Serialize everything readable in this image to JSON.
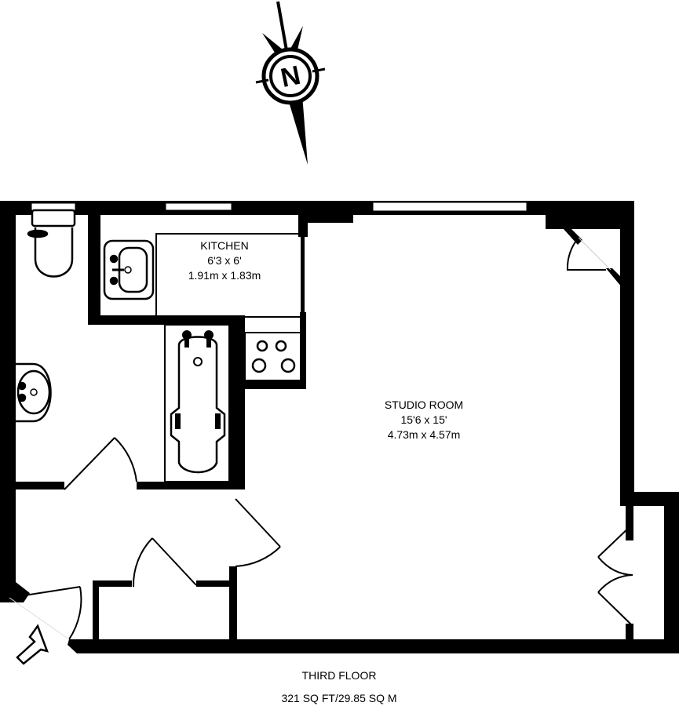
{
  "floor": {
    "name": "THIRD FLOOR",
    "area": "321 SQ FT/29.85 SQ M"
  },
  "rooms": [
    {
      "name": "KITCHEN",
      "dims_imperial": "6'3 x 6'",
      "dims_metric": "1.91m x 1.83m"
    },
    {
      "name": "STUDIO ROOM",
      "dims_imperial": "15'6 x 15'",
      "dims_metric": "4.73m x 4.57m"
    }
  ],
  "compass": {
    "label": "N",
    "icon": "north-arrow-icon"
  },
  "entrance": {
    "icon": "entrance-arrow-icon"
  },
  "fixtures": [
    "toilet",
    "bathroom-sink",
    "bathtub",
    "kitchen-sink",
    "hob"
  ],
  "colors": {
    "wall": "#000000",
    "background": "#ffffff"
  }
}
